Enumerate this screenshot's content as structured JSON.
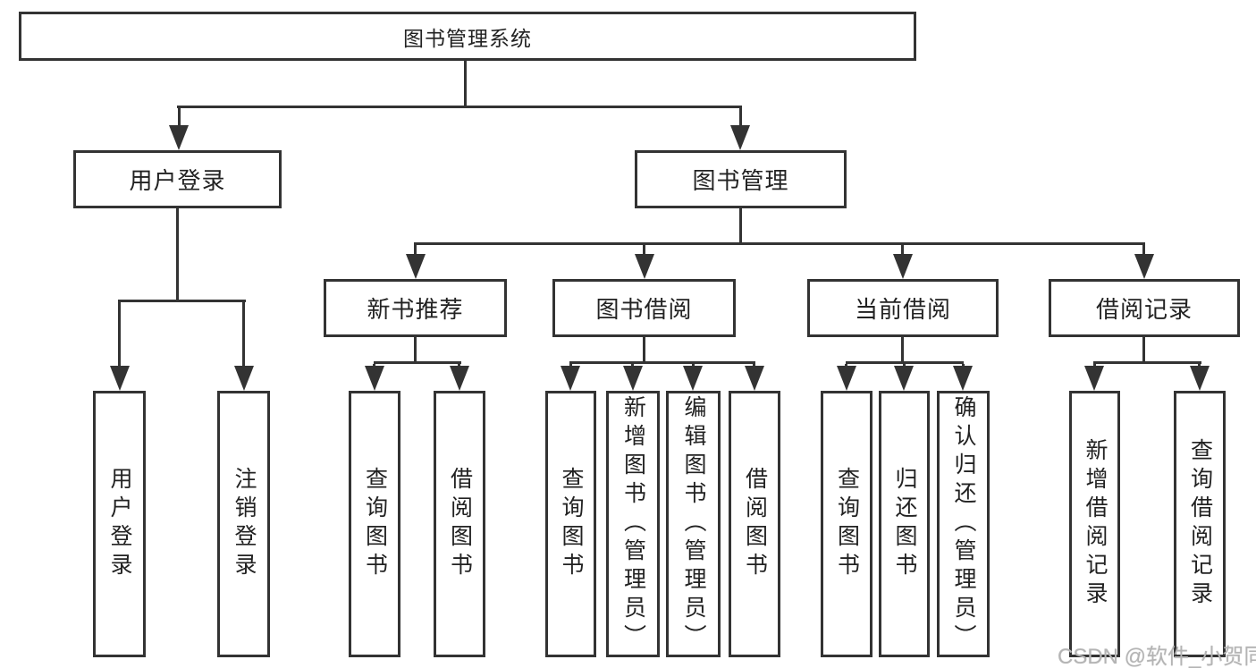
{
  "tree": {
    "label": "图书管理系统",
    "children": [
      {
        "label": "用户登录",
        "children": [
          {
            "label": "用户登录"
          },
          {
            "label": "注销登录"
          }
        ]
      },
      {
        "label": "图书管理",
        "children": [
          {
            "label": "新书推荐",
            "children": [
              {
                "label": "查询图书"
              },
              {
                "label": "借阅图书"
              }
            ]
          },
          {
            "label": "图书借阅",
            "children": [
              {
                "label": "查询图书"
              },
              {
                "label": "新增图书（管理员）"
              },
              {
                "label": "编辑图书（管理员）"
              },
              {
                "label": "借阅图书"
              }
            ]
          },
          {
            "label": "当前借阅",
            "children": [
              {
                "label": "查询图书"
              },
              {
                "label": "归还图书"
              },
              {
                "label": "确认归还（管理员）"
              }
            ]
          },
          {
            "label": "借阅记录",
            "children": [
              {
                "label": "新增借阅记录"
              },
              {
                "label": "查询借阅记录"
              }
            ]
          }
        ]
      }
    ]
  },
  "watermark": {
    "text": "CSDN @软件_小贺同学"
  },
  "colors": {
    "line": "#333333",
    "text": "#222222",
    "watermark": "#b4b4b4",
    "background": "#ffffff"
  }
}
